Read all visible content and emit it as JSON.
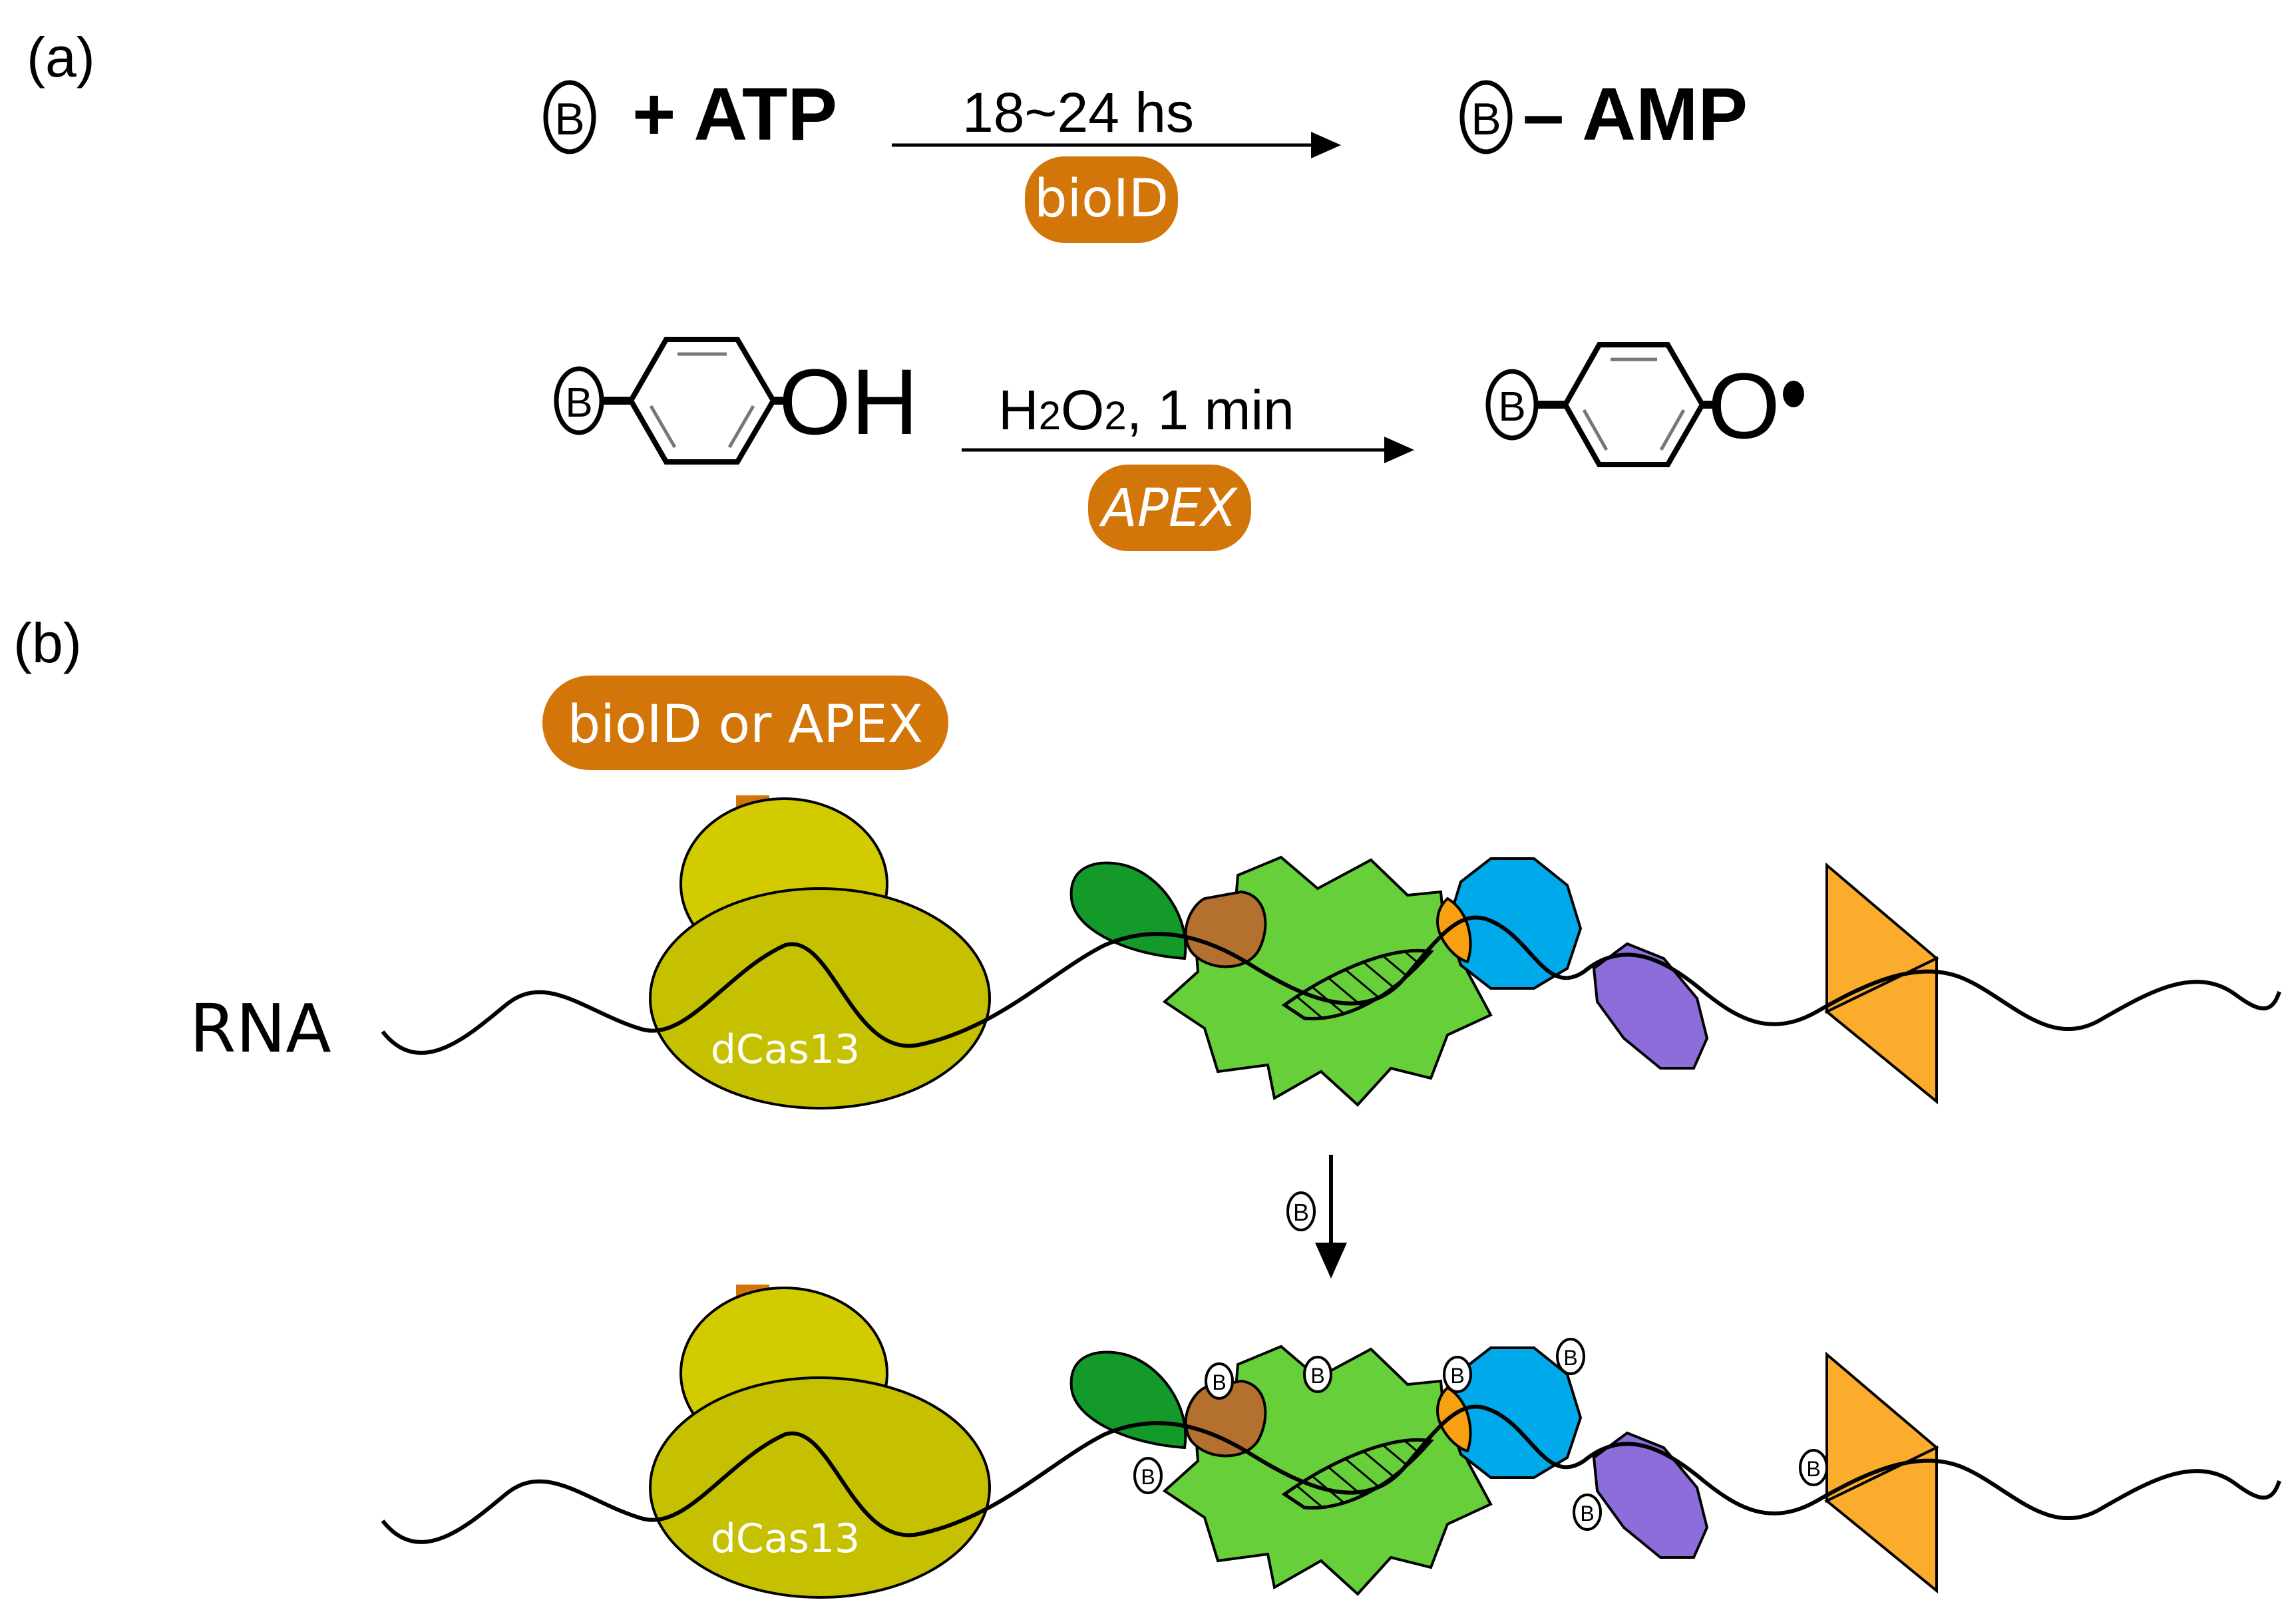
{
  "panel_a": {
    "label": "(a)",
    "reaction1": {
      "biotin": "B",
      "reactant": "+ ATP",
      "condition": "18~24 hs",
      "enzyme": "bioID",
      "product": "– AMP"
    },
    "reaction2": {
      "biotin": "B",
      "reactant_group": "OH",
      "condition_prefix": "H",
      "condition_sub1": "2",
      "condition_mid": "O",
      "condition_sub2": "2",
      "condition_suffix": ", 1 min",
      "enzyme": "APEX",
      "product_group": "O"
    }
  },
  "panel_b": {
    "label": "(b)",
    "enzyme_pill": "bioID or APEX",
    "rna_label": "RNA",
    "cas_label": "dCas13",
    "cas_label_bottom": "dCas13",
    "arrow_biotin": "B",
    "tag_letter": "B"
  },
  "colors": {
    "orange_enzyme": "#d2760a",
    "cas13_top": "#d2cb00",
    "cas13_body": "#c6c100",
    "dark_green": "#149a2b",
    "brown": "#b3702e",
    "light_green": "#66cf3a",
    "small_orange": "#f7a012",
    "cyan": "#00a9ea",
    "purple": "#8c6dd9",
    "triangle_orange": "#fbac2c"
  }
}
